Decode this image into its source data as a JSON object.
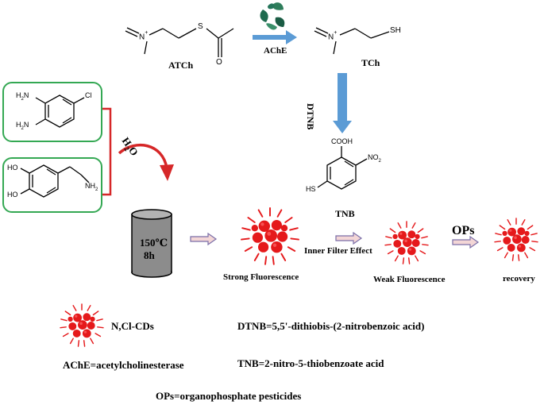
{
  "labels": {
    "atch": "ATCh",
    "ache_arrow": "AChE",
    "tch": "TCh",
    "dtnb_arrow": "DTNB",
    "tnb": "TNB",
    "h2o": "H",
    "h2o_sub": "2",
    "h2o_o": "O",
    "reactor_temp": "150℃",
    "reactor_time": "8h",
    "strong_fluorescence": "Strong Fluorescence",
    "inner_filter_effect": "Inner Filter Effect",
    "weak_fluorescence": "Weak Fluorescence",
    "ops_arrow": "OPs",
    "recovery": "recovery"
  },
  "atoms": {
    "n_plus": "N",
    "charge": "+",
    "s": "S",
    "o": "O",
    "sh": "SH",
    "cooh": "COOH",
    "no2": "NO",
    "no2_sub": "2",
    "hs": "HS",
    "cl": "Cl",
    "h2n": "H",
    "h2n_sub": "2",
    "h2n_n": "N",
    "nh2": "NH",
    "nh2_sub": "2",
    "ho": "HO"
  },
  "legend": {
    "cds": "N,Cl-CDs",
    "dtnb": "DTNB=5,5'-dithiobis-(2-nitrobenzoic acid)",
    "ache": "AChE=acetylcholinesterase",
    "tnb": "TNB=2-nitro-5-thiobenzoate acid",
    "ops": "OPs=organophosphate pesticides"
  },
  "colors": {
    "dot_red": "#e5191b",
    "arrow_blue": "#5b9bd5",
    "box_green": "#34a853",
    "bracket_red": "#d62728",
    "reactor_gray": "#8c8c8c",
    "outline_arrow": "#d9a8a8"
  },
  "icons": {
    "enzyme": "ache-enzyme-icon",
    "carbon_dots": "carbon-dot-cluster-icon",
    "reactor": "autoclave-cylinder-icon"
  }
}
